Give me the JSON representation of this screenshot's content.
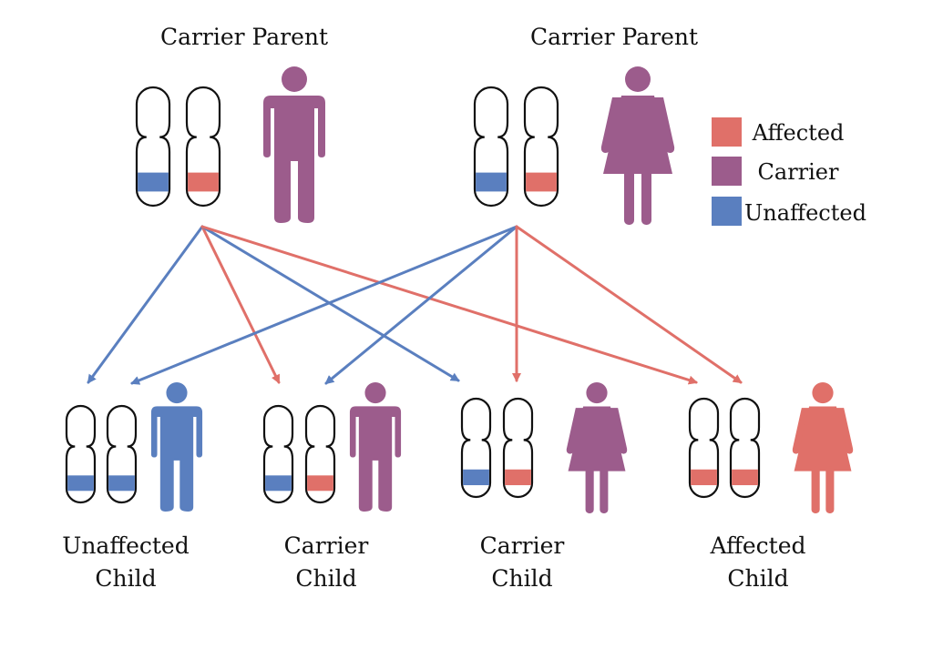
{
  "colors": {
    "affected": "#e07069",
    "carrier": "#9c5c8c",
    "unaffected": "#5a7fbf"
  },
  "legend": [
    {
      "key": "affected",
      "label": "Affected"
    },
    {
      "key": "carrier",
      "label": "Carrier"
    },
    {
      "key": "unaffected",
      "label": "Unaffected"
    }
  ],
  "parents": [
    {
      "label": "Carrier Parent",
      "figure": "male",
      "status": "carrier",
      "alleles": [
        "unaffected",
        "affected"
      ]
    },
    {
      "label": "Carrier Parent",
      "figure": "female",
      "status": "carrier",
      "alleles": [
        "unaffected",
        "affected"
      ]
    }
  ],
  "children": [
    {
      "label_line1": "Unaffected",
      "label_line2": "Child",
      "figure": "male",
      "status": "unaffected",
      "alleles": [
        "unaffected",
        "unaffected"
      ]
    },
    {
      "label_line1": "Carrier",
      "label_line2": "Child",
      "figure": "male",
      "status": "carrier",
      "alleles": [
        "unaffected",
        "affected"
      ]
    },
    {
      "label_line1": "Carrier",
      "label_line2": "Child",
      "figure": "female",
      "status": "carrier",
      "alleles": [
        "unaffected",
        "affected"
      ]
    },
    {
      "label_line1": "Affected",
      "label_line2": "Child",
      "figure": "female",
      "status": "affected",
      "alleles": [
        "affected",
        "affected"
      ]
    }
  ],
  "inheritance": [
    {
      "from_parent": 0,
      "to_child": 0,
      "allele": "unaffected"
    },
    {
      "from_parent": 0,
      "to_child": 1,
      "allele": "affected"
    },
    {
      "from_parent": 0,
      "to_child": 2,
      "allele": "unaffected"
    },
    {
      "from_parent": 0,
      "to_child": 3,
      "allele": "affected"
    },
    {
      "from_parent": 1,
      "to_child": 0,
      "allele": "unaffected"
    },
    {
      "from_parent": 1,
      "to_child": 1,
      "allele": "unaffected"
    },
    {
      "from_parent": 1,
      "to_child": 2,
      "allele": "affected"
    },
    {
      "from_parent": 1,
      "to_child": 3,
      "allele": "affected"
    }
  ]
}
